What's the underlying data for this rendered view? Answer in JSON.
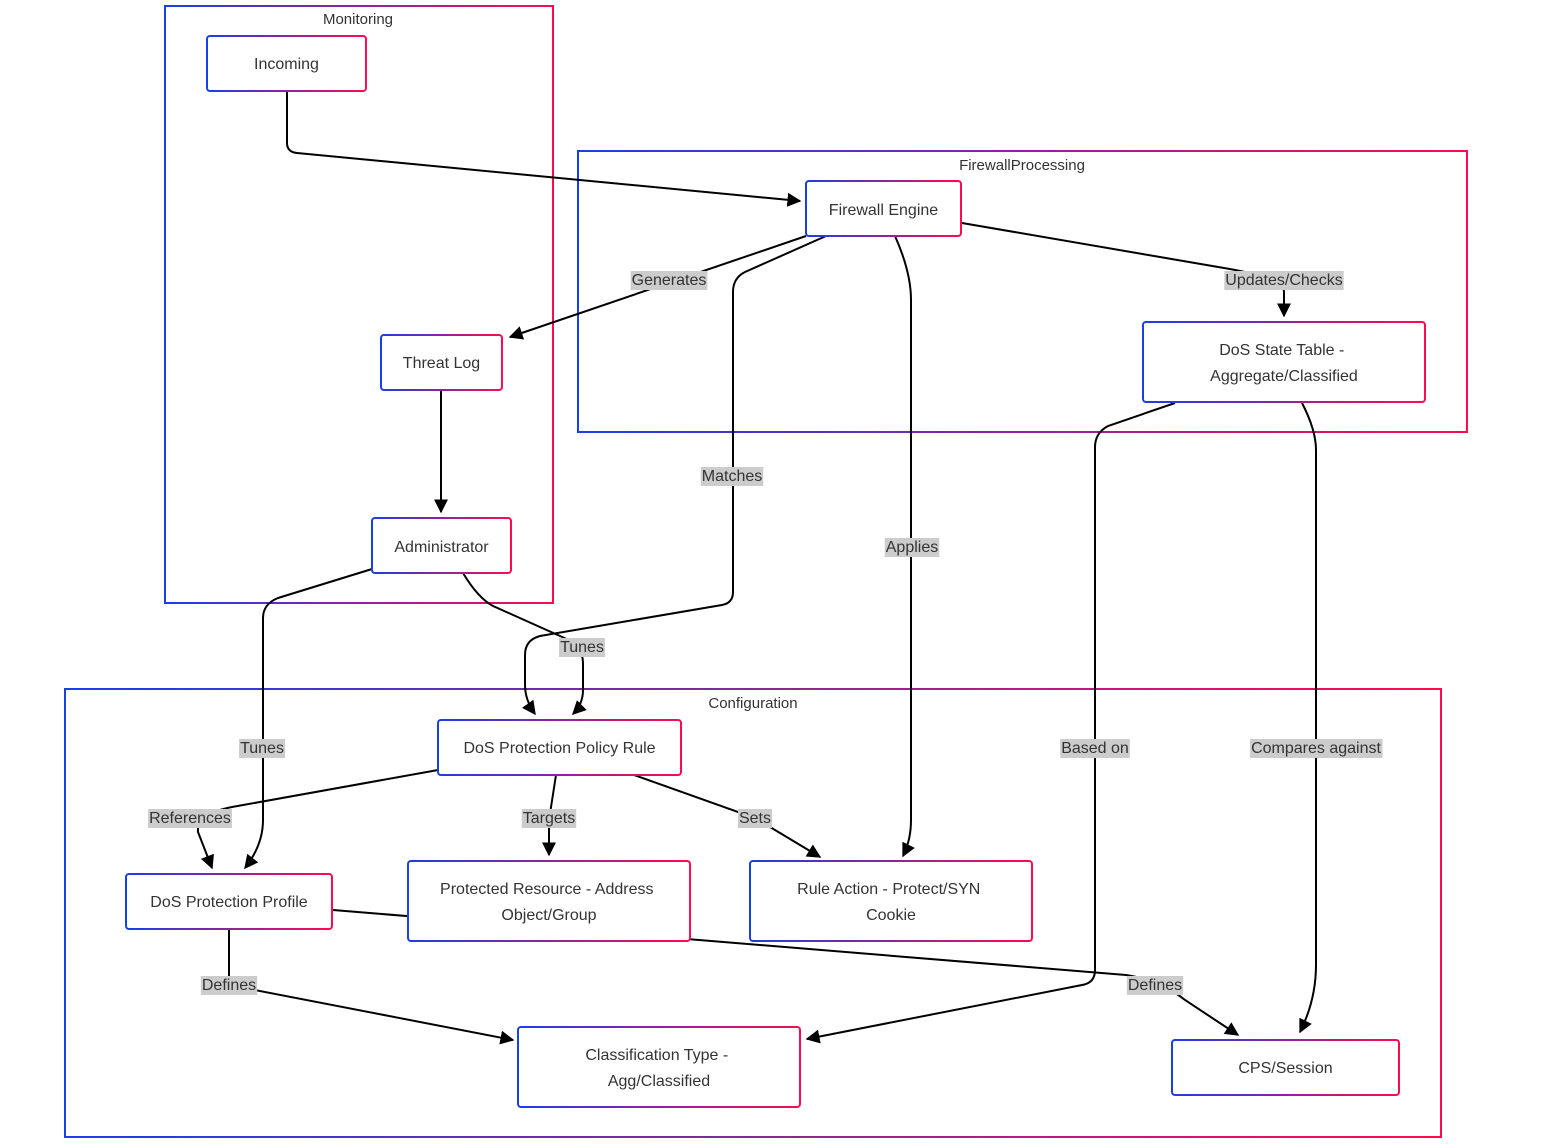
{
  "colors": {
    "gradient_start": "#1a3ee8",
    "gradient_end": "#ff0a50",
    "edge": "#000000",
    "label_bg": "#cccccc",
    "text": "#333333"
  },
  "clusters": {
    "monitoring": "Monitoring",
    "firewall_processing": "FirewallProcessing",
    "configuration": "Configuration"
  },
  "nodes": {
    "incoming": [
      "Incoming"
    ],
    "firewall_engine": [
      "Firewall Engine"
    ],
    "threat_log": [
      "Threat Log"
    ],
    "administrator": [
      "Administrator"
    ],
    "dos_state_table": [
      "DoS State Table -",
      "Aggregate/Classified"
    ],
    "dos_policy_rule": [
      "DoS Protection Policy Rule"
    ],
    "dos_profile": [
      "DoS Protection Profile"
    ],
    "protected_resource": [
      "Protected Resource - Address",
      "Object/Group"
    ],
    "rule_action": [
      "Rule Action - Protect/SYN",
      "Cookie"
    ],
    "classification_type": [
      "Classification Type -",
      "Agg/Classified"
    ],
    "cps_session": [
      "CPS/Session"
    ]
  },
  "edge_labels": {
    "generates": "Generates",
    "updates_checks": "Updates/Checks",
    "matches": "Matches",
    "applies": "Applies",
    "tunes_rule": "Tunes",
    "tunes_profile": "Tunes",
    "references": "References",
    "targets": "Targets",
    "sets": "Sets",
    "based_on": "Based on",
    "compares_against": "Compares against",
    "defines_classification": "Defines",
    "defines_cps": "Defines"
  }
}
